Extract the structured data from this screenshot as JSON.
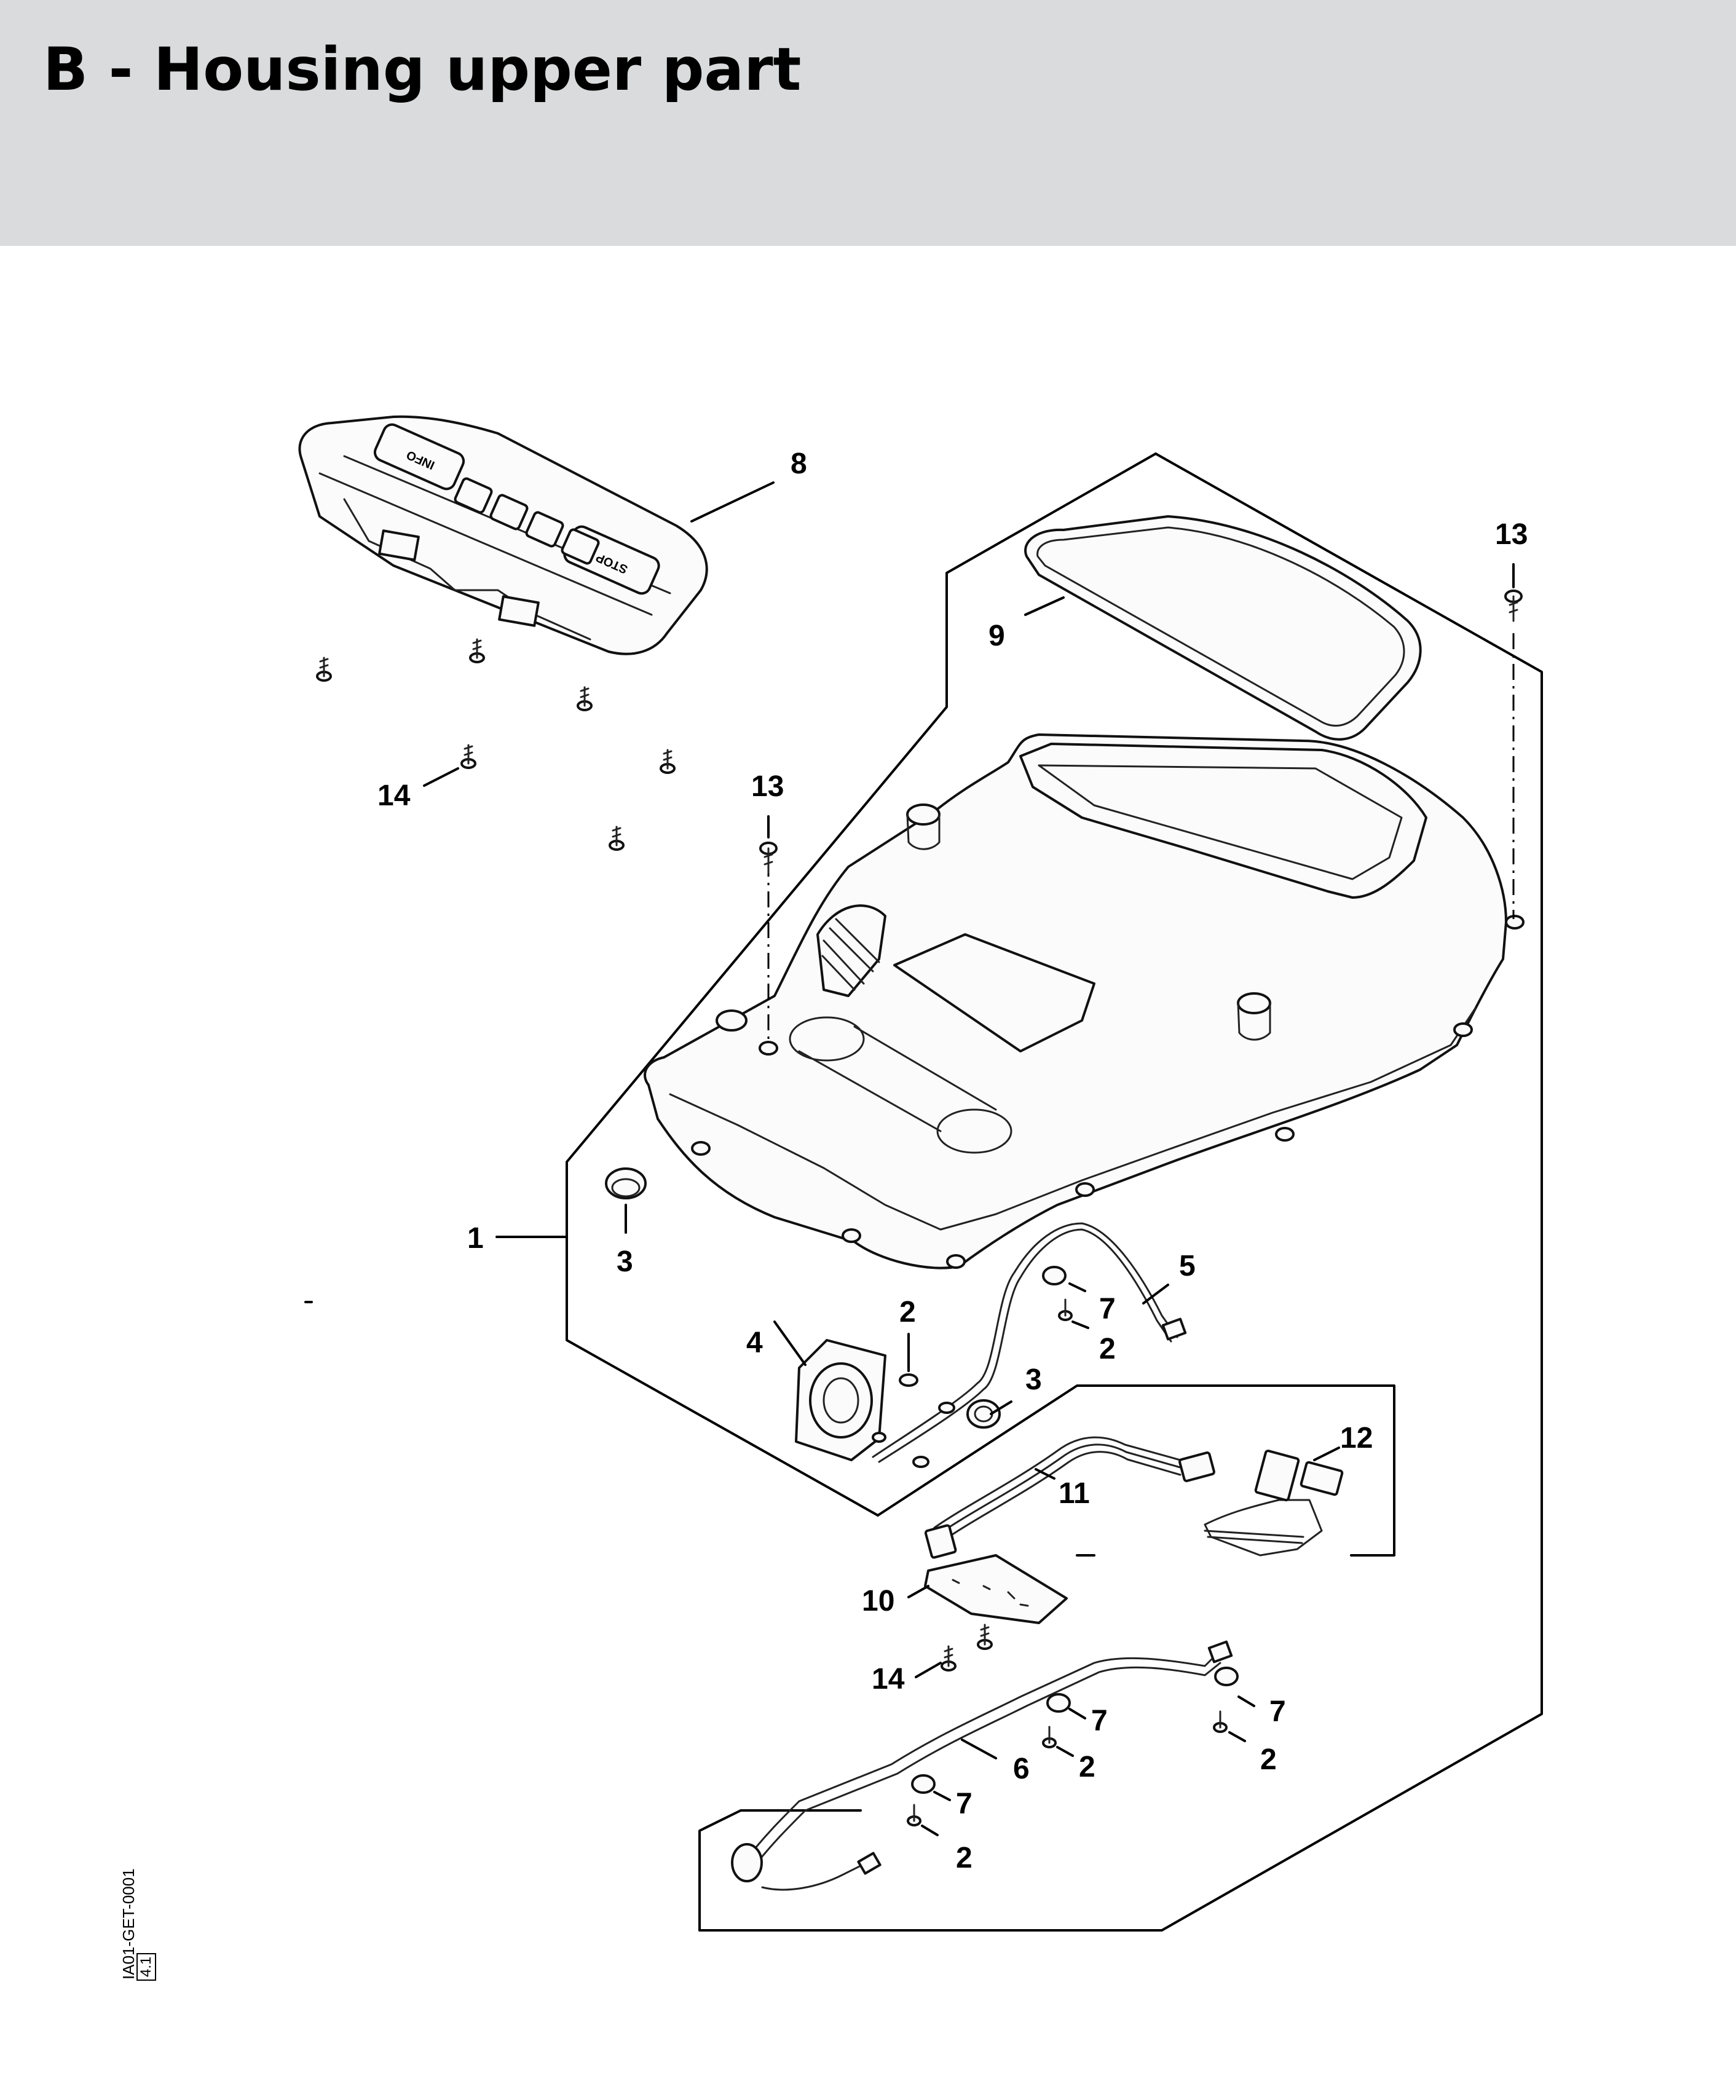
{
  "header": {
    "title": "B - Housing upper part"
  },
  "diagram": {
    "drawing_id": "IA01-GET-0001",
    "drawing_rev": "4.1",
    "keypad_buttons": [
      "INFO",
      "STOP"
    ],
    "callouts": {
      "c1": "1",
      "c2a": "2",
      "c2b": "2",
      "c2c": "2",
      "c2d": "2",
      "c2e": "2",
      "c3a": "3",
      "c3b": "3",
      "c4": "4",
      "c5": "5",
      "c6": "6",
      "c7a": "7",
      "c7b": "7",
      "c7c": "7",
      "c7d": "7",
      "c8": "8",
      "c9": "9",
      "c10": "10",
      "c11": "11",
      "c12": "12",
      "c13a": "13",
      "c13b": "13",
      "c14a": "14",
      "c14b": "14"
    }
  }
}
